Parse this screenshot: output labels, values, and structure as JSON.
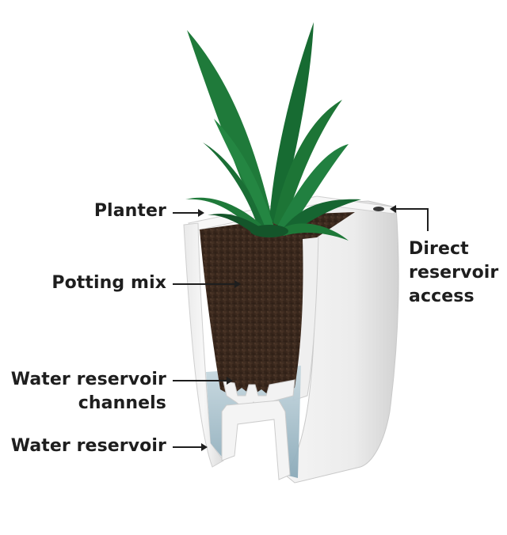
{
  "labels": {
    "planter": "Planter",
    "potting_mix": "Potting mix",
    "water_reservoir_channels": [
      "Water reservoir",
      "channels"
    ],
    "water_reservoir": "Water reservoir",
    "direct_reservoir_access": [
      "Direct",
      "reservoir",
      "access"
    ]
  },
  "colors": {
    "leaf": "#1f7a3a",
    "leaf_dark": "#14552a",
    "soil": "#3d2a1e",
    "water": "#a9c3cf",
    "planter_wall": "#f2f2f2",
    "planter_shadow": "#d7d7d7",
    "text": "#1e1e1e"
  }
}
